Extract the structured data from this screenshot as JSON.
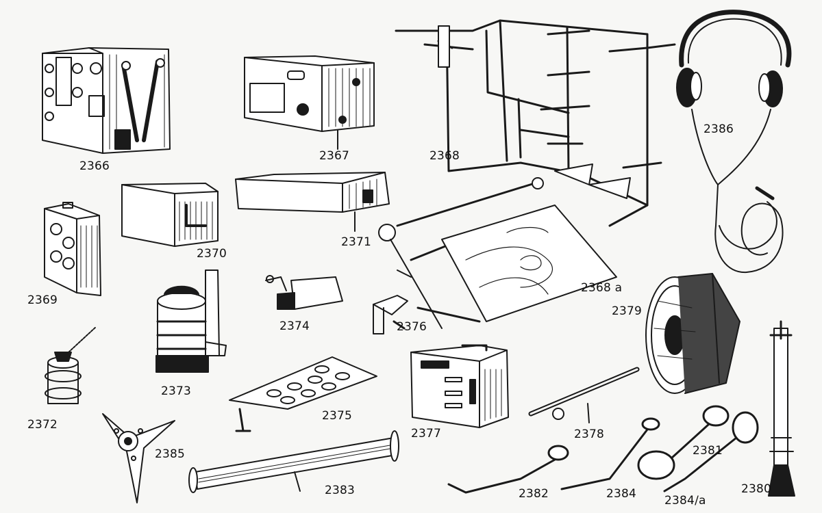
{
  "plate": {
    "items": [
      {
        "key": "2366",
        "label": "2366"
      },
      {
        "key": "2367",
        "label": "2367"
      },
      {
        "key": "2368",
        "label": "2368"
      },
      {
        "key": "2386",
        "label": "2386"
      },
      {
        "key": "2370",
        "label": "2370"
      },
      {
        "key": "2371",
        "label": "2371"
      },
      {
        "key": "2369",
        "label": "2369"
      },
      {
        "key": "2368a",
        "label": "2368 a"
      },
      {
        "key": "2374",
        "label": "2374"
      },
      {
        "key": "2376",
        "label": "2376"
      },
      {
        "key": "2379",
        "label": "2379"
      },
      {
        "key": "2373",
        "label": "2373"
      },
      {
        "key": "2372",
        "label": "2372"
      },
      {
        "key": "2375",
        "label": "2375"
      },
      {
        "key": "2377",
        "label": "2377"
      },
      {
        "key": "2378",
        "label": "2378"
      },
      {
        "key": "2385",
        "label": "2385"
      },
      {
        "key": "2381",
        "label": "2381"
      },
      {
        "key": "2383",
        "label": "2383"
      },
      {
        "key": "2382",
        "label": "2382"
      },
      {
        "key": "2384",
        "label": "2384"
      },
      {
        "key": "2384a",
        "label": "2384/a"
      },
      {
        "key": "2380",
        "label": "2380"
      }
    ]
  },
  "palette": {
    "ink": "#1a1a1a",
    "paper": "#f7f7f5"
  }
}
